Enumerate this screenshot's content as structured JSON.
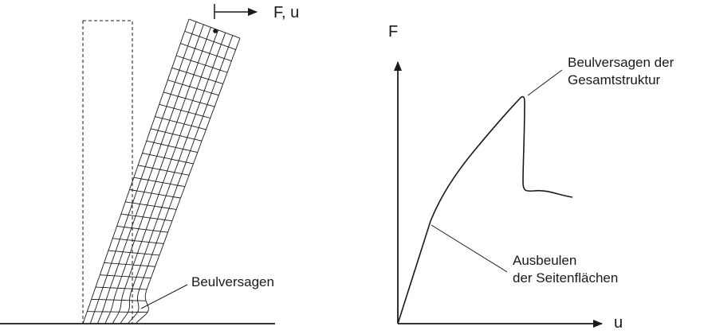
{
  "left_figure": {
    "load_label": "F, u",
    "failure_label": "Beulversagen"
  },
  "right_figure": {
    "y_axis_label": "F",
    "x_axis_label": "u",
    "annotation_global": [
      "Beulversagen der",
      "Gesamtstruktur"
    ],
    "annotation_local": [
      "Ausbeulen",
      "der Seitenflächen"
    ]
  },
  "colors": {
    "line": "#1a1a1a",
    "background": "#ffffff"
  }
}
